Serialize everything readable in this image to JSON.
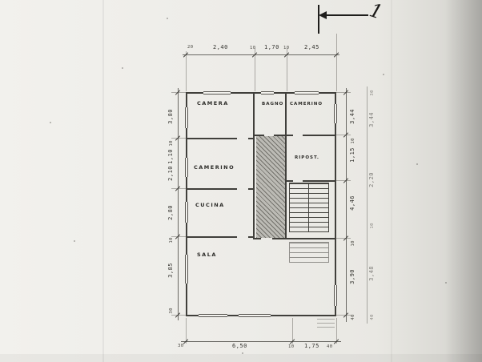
{
  "page": {
    "number": "1"
  },
  "rooms": {
    "camera": "CAMERA",
    "bagno": "BAGNO",
    "camerino_top": "CAMERINO",
    "camerino_mid": "CAMERINO",
    "ripost": "RIPOST.",
    "cucina": "CUCINA",
    "sala": "SALA"
  },
  "dims": {
    "top": [
      "20",
      "2,40",
      "10",
      "1,70",
      "10",
      "2,45"
    ],
    "left": [
      "3,80",
      "1,10",
      "2,10",
      "2,80",
      "3,85"
    ],
    "left_small": [
      "10",
      "10",
      "30"
    ],
    "right": [
      "3,44",
      "1,15",
      "4,46",
      "3,90"
    ],
    "right_small": [
      "10",
      "10",
      "40"
    ],
    "far_right": [
      "3,44",
      "2,20",
      "3,48"
    ],
    "far_right_small": [
      "30",
      "10",
      "40"
    ],
    "bottom": [
      "30",
      "6,50",
      "10",
      "1,75",
      "40"
    ]
  },
  "colors": {
    "ink": "#403f3b",
    "paper": "#ecebe7"
  }
}
